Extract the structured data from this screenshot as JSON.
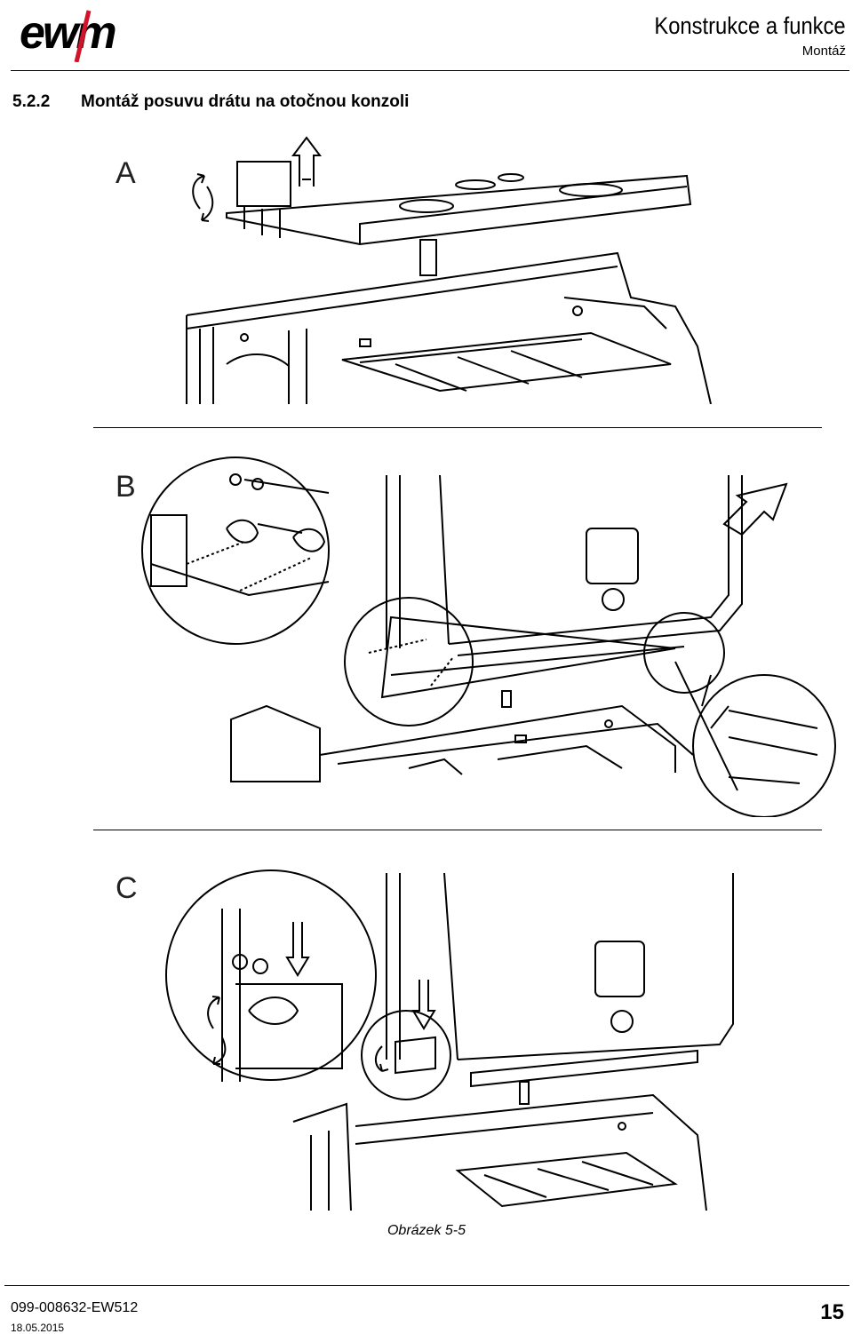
{
  "header": {
    "logo_text": "ewm",
    "title": "Konstrukce a funkce",
    "subtitle": "Montáž"
  },
  "section": {
    "number": "5.2.2",
    "title": "Montáž posuvu drátu na otočnou konzoli"
  },
  "figure": {
    "panels": [
      "A",
      "B",
      "C"
    ],
    "caption": "Obrázek 5-5"
  },
  "footer": {
    "document_code": "099-008632-EW512",
    "date": "18.05.2015",
    "page_number": "15"
  }
}
